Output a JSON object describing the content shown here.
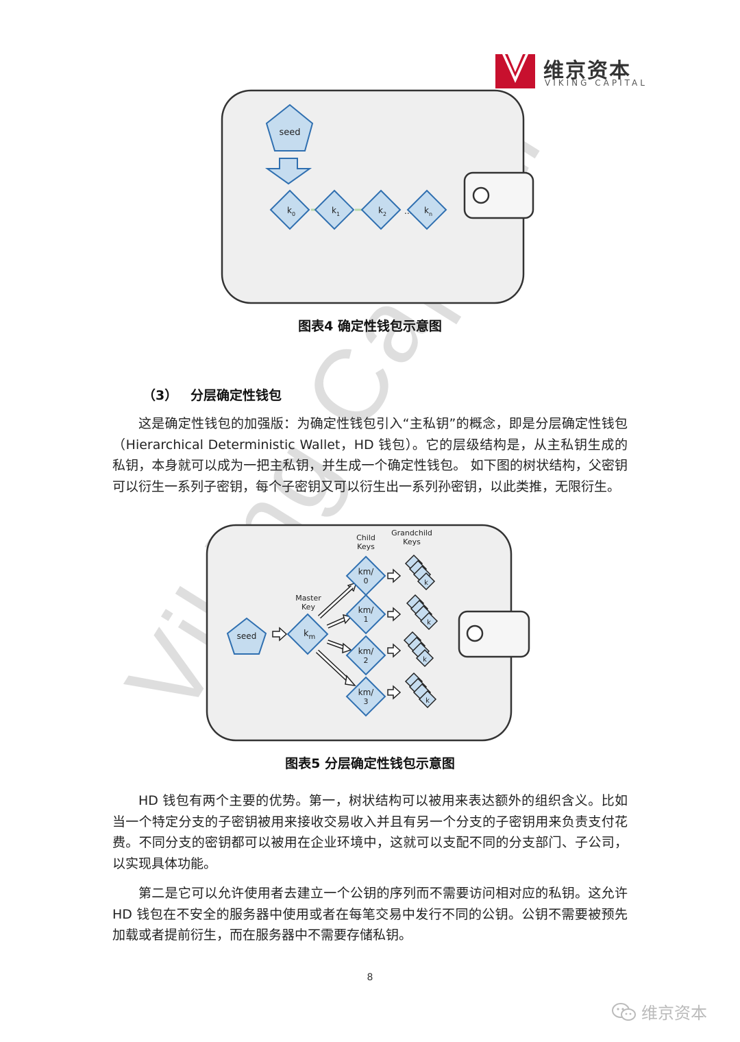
{
  "header": {
    "logo_cn": "维京资本",
    "logo_en": "VIKING CAPITAL",
    "accent": "#c8102e"
  },
  "watermark": "Viking Capital",
  "figure4": {
    "seed_label": "seed",
    "keys": [
      {
        "base": "k",
        "sub": "0"
      },
      {
        "base": "k",
        "sub": "1"
      },
      {
        "base": "k",
        "sub": "2"
      },
      {
        "base": "k",
        "sub": "n"
      }
    ],
    "ellipsis": "...",
    "caption": "图表4  确定性钱包示意图"
  },
  "section3": {
    "number": "（3）",
    "title": "分层确定性钱包"
  },
  "para1": "这是确定性钱包的加强版：为确定性钱包引入“主私钥”的概念，即是分层确定性钱包（Hierarchical Deterministic Wallet，HD 钱包）。它的层级结构是，从主私钥生成的私钥，本身就可以成为一把主私钥，并生成一个确定性钱包。 如下图的树状结构，父密钥可以衍生一系列子密钥，每个子密钥又可以衍生出一系列孙密钥，以此类推，无限衍生。",
  "figure5": {
    "seed_label": "seed",
    "master_label_1": "Master",
    "master_label_2": "Key",
    "master_key": {
      "base": "k",
      "sub": "m"
    },
    "child_header_1": "Child",
    "child_header_2": "Keys",
    "grandchild_header_1": "Grandchild",
    "grandchild_header_2": "Keys",
    "children": [
      {
        "top": "km/",
        "bottom": "0"
      },
      {
        "top": "km/",
        "bottom": "1"
      },
      {
        "top": "km/",
        "bottom": "2"
      },
      {
        "top": "km/",
        "bottom": "3"
      }
    ],
    "grandchild_label": "k",
    "caption": "图表5  分层确定性钱包示意图"
  },
  "para2": "HD 钱包有两个主要的优势。第一，树状结构可以被用来表达额外的组织含义。比如当一个特定分支的子密钥被用来接收交易收入并且有另一个分支的子密钥用来负责支付花费。不同分支的密钥都可以被用在企业环境中，这就可以支配不同的分支部门、子公司，以实现具体功能。",
  "para3": "第二是它可以允许使用者去建立一个公钥的序列而不需要访问相对应的私钥。这允许 HD 钱包在不安全的服务器中使用或者在每笔交易中发行不同的公钥。公钥不需要被预先加载或者提前衍生，而在服务器中不需要存储私钥。",
  "page_number": "8",
  "footer_wechat": "维京资本",
  "colors": {
    "diamond_fill": "#c5dcef",
    "diamond_stroke": "#2f6fb0",
    "wallet_fill": "#efefef",
    "wallet_stroke": "#333333"
  }
}
